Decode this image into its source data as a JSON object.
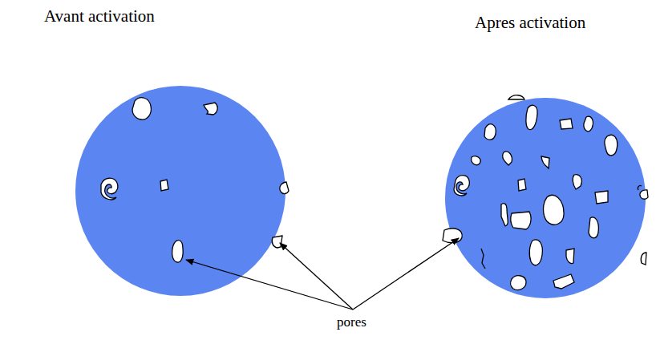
{
  "diagram": {
    "labels": [
      "Avant activation",
      "Apres activation",
      "pores"
    ]
  }
}
